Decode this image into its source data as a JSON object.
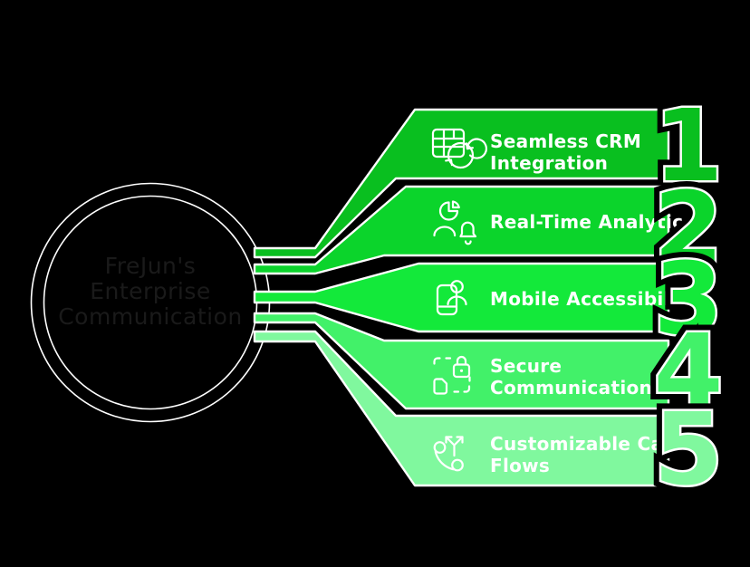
{
  "circle": {
    "lines": [
      "FreJun's",
      "Enterprise",
      "Communication"
    ],
    "text_color": "#1a1a1a",
    "ring_color": "#000000",
    "ring_outline_color": "#ffffff"
  },
  "items": [
    {
      "number": "1",
      "lines": [
        "Seamless CRM",
        "Integration"
      ],
      "color": "#09bf1f",
      "icon": "crm-table-sync-icon"
    },
    {
      "number": "2",
      "lines": [
        "Real-Time Analytics"
      ],
      "color": "#0bd42b",
      "icon": "analytics-person-bell-icon"
    },
    {
      "number": "3",
      "lines": [
        "Mobile Accessibility"
      ],
      "color": "#13e93a",
      "icon": "mobile-person-icon"
    },
    {
      "number": "4",
      "lines": [
        "Secure",
        "Communication"
      ],
      "color": "#42f169",
      "icon": "secure-lock-doc-icon"
    },
    {
      "number": "5",
      "lines": [
        "Customizable Call",
        "Flows"
      ],
      "color": "#80f89e",
      "icon": "call-flow-icon"
    }
  ],
  "banner_text_color": "#ffffff"
}
